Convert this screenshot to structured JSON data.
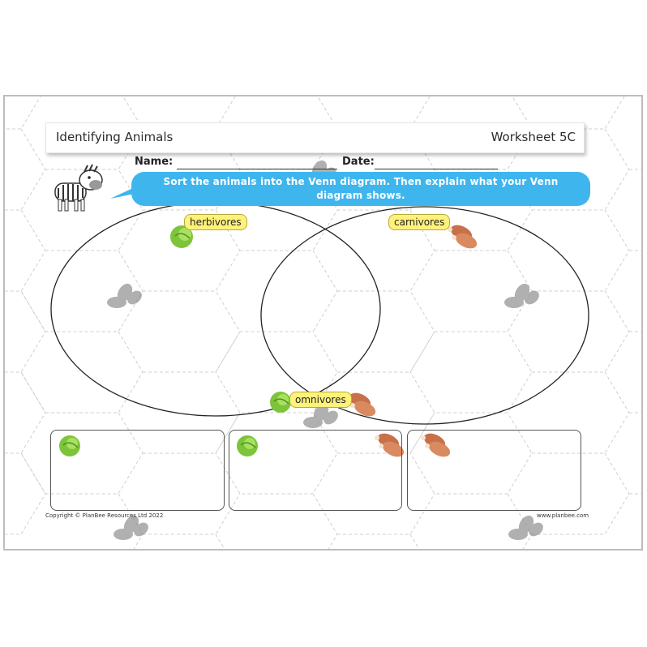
{
  "header": {
    "title": "Identifying Animals",
    "worksheet": "Worksheet 5C"
  },
  "fields": {
    "name_label": "Name:",
    "date_label": "Date:"
  },
  "instructions": {
    "line1": "Sort the animals into the Venn diagram.  Then explain what your Venn",
    "line2": "diagram shows."
  },
  "venn": {
    "label_left": "herbivores",
    "label_right": "carnivores",
    "label_middle": "omnivores"
  },
  "footer": {
    "copyright": "Copyright © PlanBee Resources Ltd 2022",
    "website": "www.planbee.com"
  },
  "colors": {
    "banner": "#3fb5ee",
    "label": "#fff27a",
    "lettuce": "#7cc43a",
    "meat": "#c8704a"
  },
  "icons": [
    "zebra-icon",
    "lettuce-icon",
    "chicken-leg-icon",
    "fly-watermark-icon"
  ]
}
